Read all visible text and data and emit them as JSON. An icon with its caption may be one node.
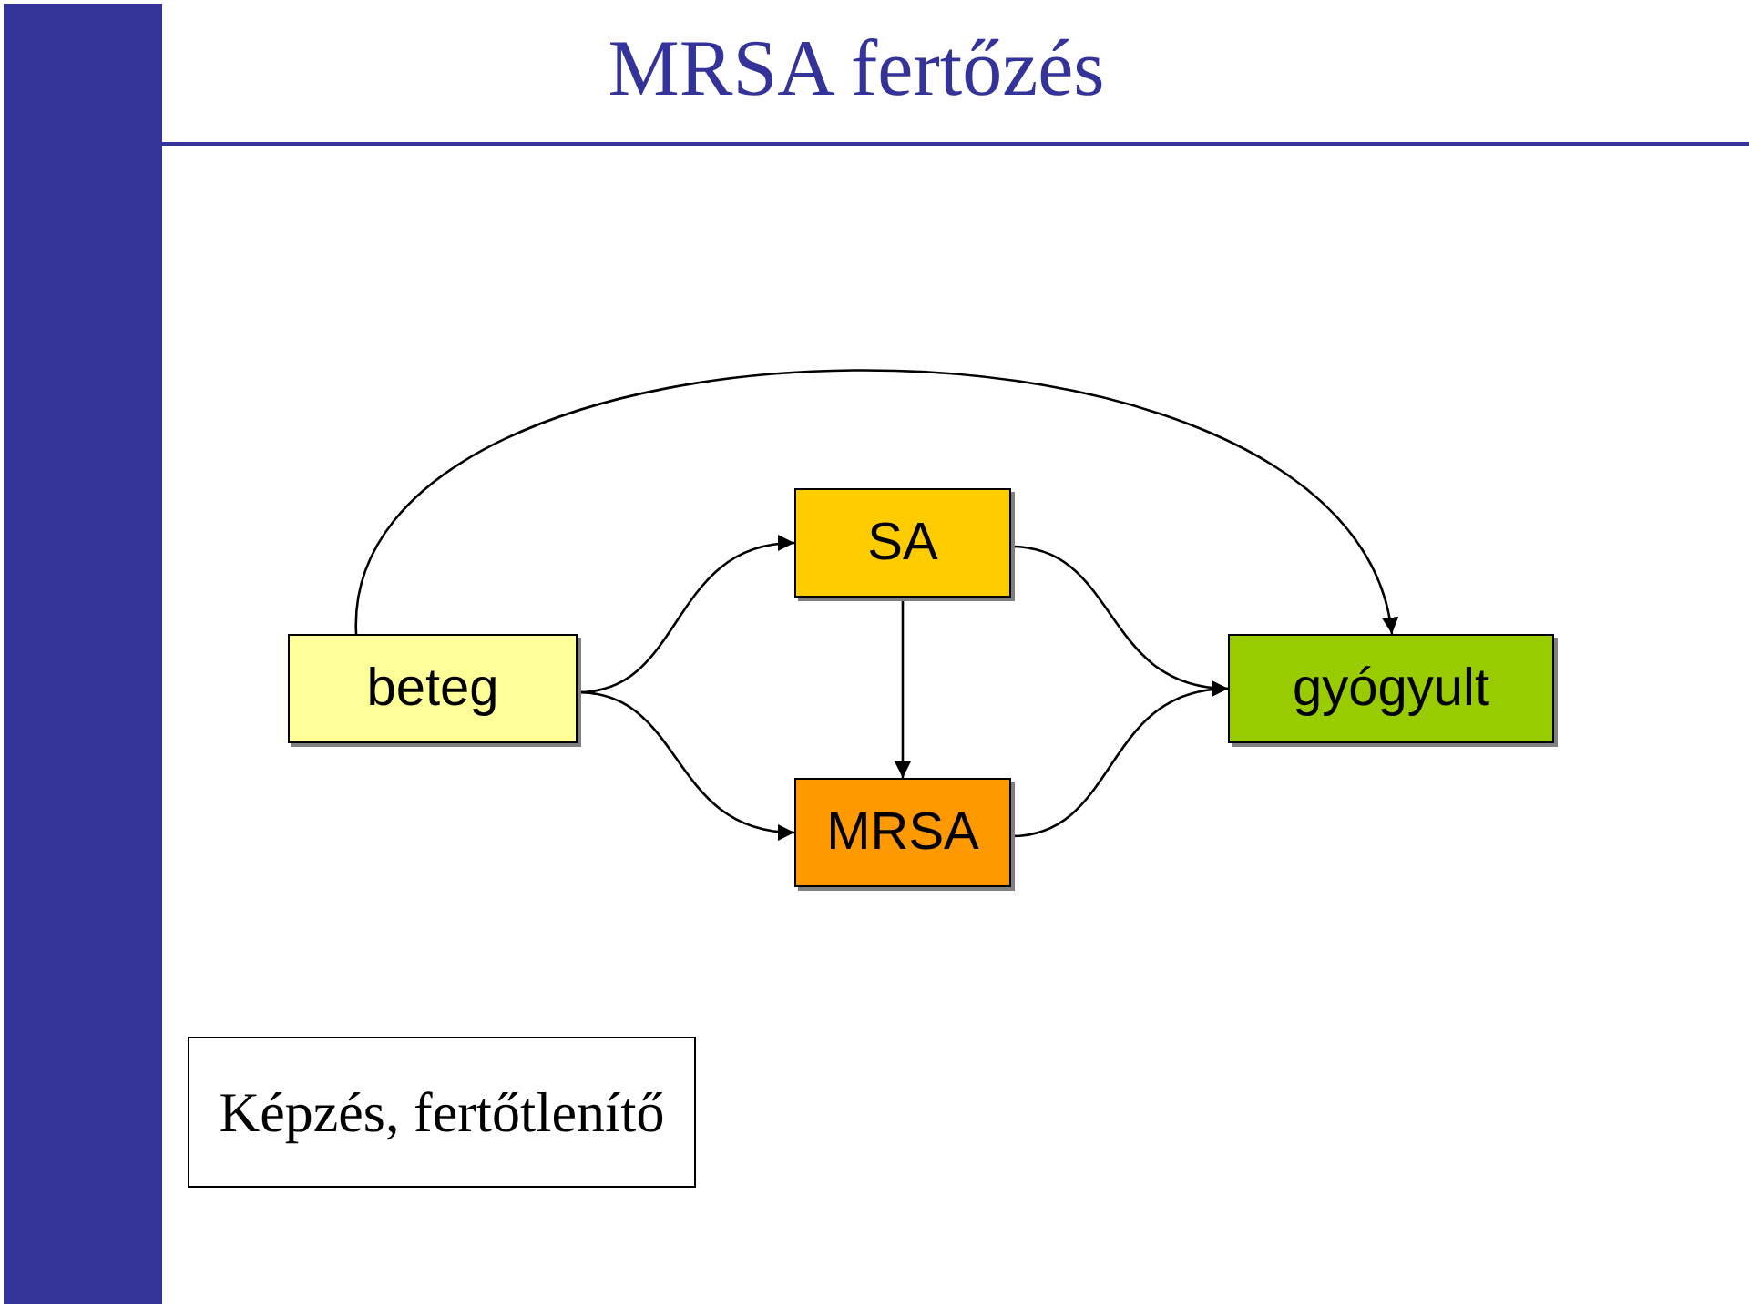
{
  "diagram": {
    "title": "MRSA fertőzés",
    "nodes": [
      {
        "text": [
          "beteg"
        ]
      },
      {
        "text": [
          "SA"
        ]
      },
      {
        "text": [
          "MRSA"
        ]
      },
      {
        "text": [
          "gyógyult"
        ]
      },
      {
        "text": [
          "Képzés, fertőtlenítő"
        ]
      }
    ],
    "edges": [
      {
        "from": 0,
        "to": 1,
        "arrow": "to"
      },
      {
        "from": 0,
        "to": 2,
        "arrow": "to"
      },
      {
        "from": 1,
        "to": 2,
        "arrow": "to"
      },
      {
        "from": 1,
        "to": 3,
        "arrow": "to"
      },
      {
        "from": 2,
        "to": 3,
        "arrow": "to"
      },
      {
        "from": 0,
        "to": 3,
        "arrow": "to"
      }
    ]
  }
}
